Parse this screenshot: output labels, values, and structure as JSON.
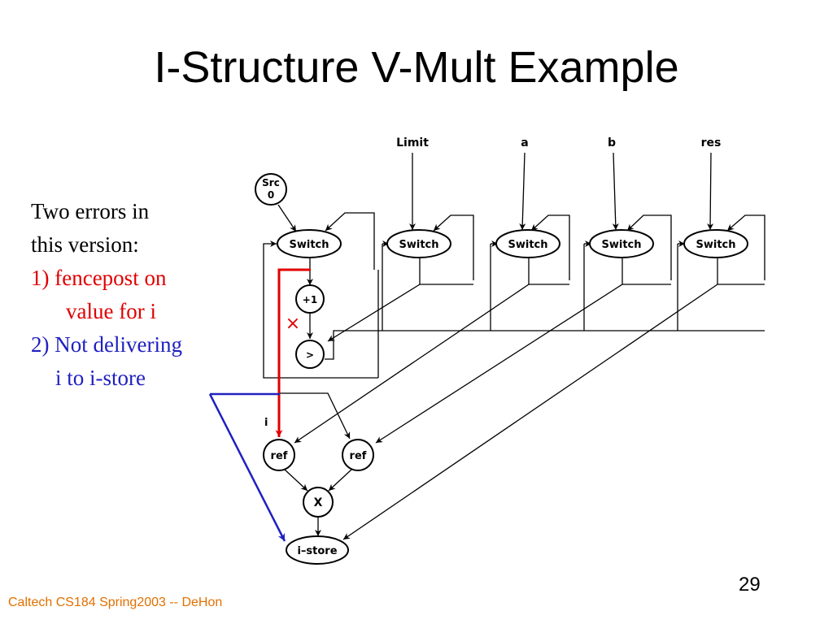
{
  "slide": {
    "title": "I-Structure V-Mult Example",
    "footer": "Caltech CS184 Spring2003 -- DeHon",
    "page_number": "29"
  },
  "notes": {
    "line1": "Two errors in",
    "line2": "this version:",
    "error1_line1": "1) fencepost on",
    "error1_line2": "value for i",
    "error2_line1": "2) Not delivering",
    "error2_line2": "i to i-store"
  },
  "colors": {
    "error1": "#e00000",
    "error2": "#2020c0",
    "footer": "#e07000"
  },
  "diagram": {
    "inputs": {
      "limit": "Limit",
      "a": "a",
      "b": "b",
      "res": "res"
    },
    "nodes": {
      "src": "Src\n0",
      "src_line1": "Src",
      "src_line2": "0",
      "switch": "Switch",
      "increment": "+1",
      "compare": ">",
      "ref": "ref",
      "multiply": "X",
      "istore": "i–store"
    },
    "i_label": "i",
    "error_mark": "×"
  }
}
